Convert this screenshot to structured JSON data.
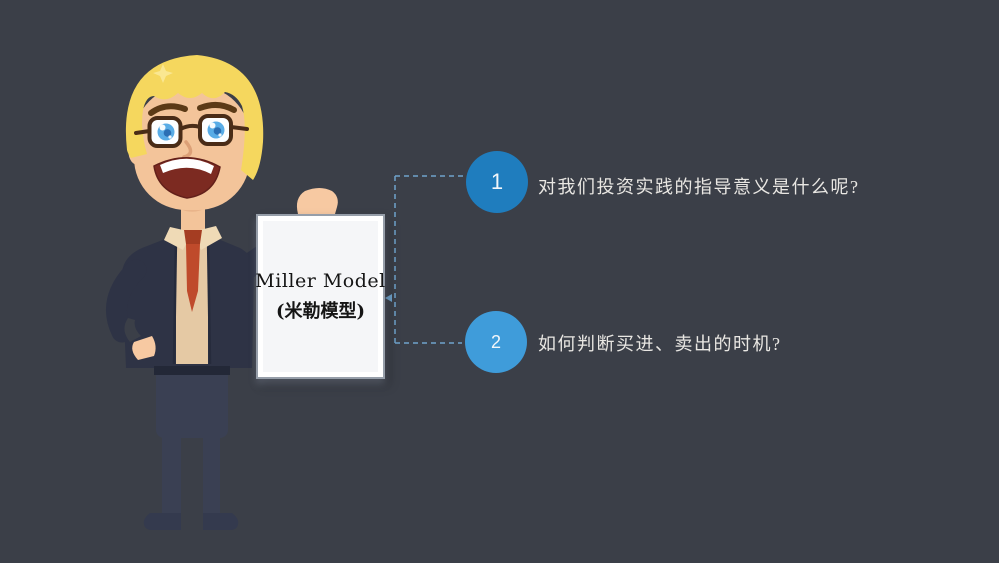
{
  "slide": {
    "background_color": "#3B3F48",
    "character_icon": "businessman-with-glasses-holding-sign-illustration",
    "sign": {
      "line1": "Miller Model",
      "line2": "(米勒模型)",
      "background_color": "#F5F6F8",
      "border_color": "#969EA9",
      "text_color": "#151515"
    },
    "connector": {
      "style": "dashed",
      "color": "#6FA3CC"
    },
    "items": [
      {
        "number": "1",
        "text": "对我们投资实践的指导意义是什么呢?",
        "circle_color": "#1F7DBE"
      },
      {
        "number": "2",
        "text": "如何判断买进、卖出的时机?",
        "circle_color": "#3F9CDA"
      }
    ],
    "question_text_color": "#E9E7E3"
  }
}
